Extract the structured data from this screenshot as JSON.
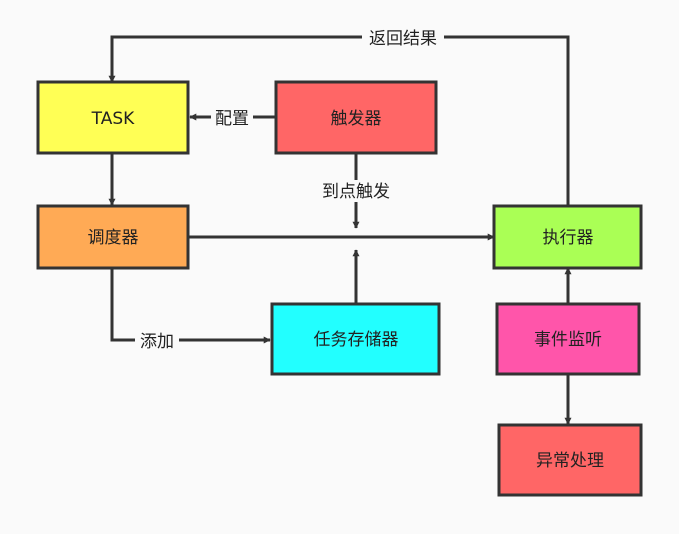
{
  "nodes": {
    "task": {
      "label": "TASK",
      "color": "#ffff55"
    },
    "trigger": {
      "label": "触发器",
      "color": "#ff6666"
    },
    "scheduler": {
      "label": "调度器",
      "color": "#ffaa55"
    },
    "executor": {
      "label": "执行器",
      "color": "#aaff55"
    },
    "job_store": {
      "label": "任务存储器",
      "color": "#22ffff"
    },
    "event_listener": {
      "label": "事件监听",
      "color": "#ff55aa"
    },
    "exception_handling": {
      "label": "异常处理",
      "color": "#ff6666"
    }
  },
  "edges": {
    "return_result": "返回结果",
    "configure": "配置",
    "time_trigger": "到点触发",
    "add": "添加"
  },
  "colors": {
    "stroke": "#333333",
    "background": "#fafafa"
  }
}
